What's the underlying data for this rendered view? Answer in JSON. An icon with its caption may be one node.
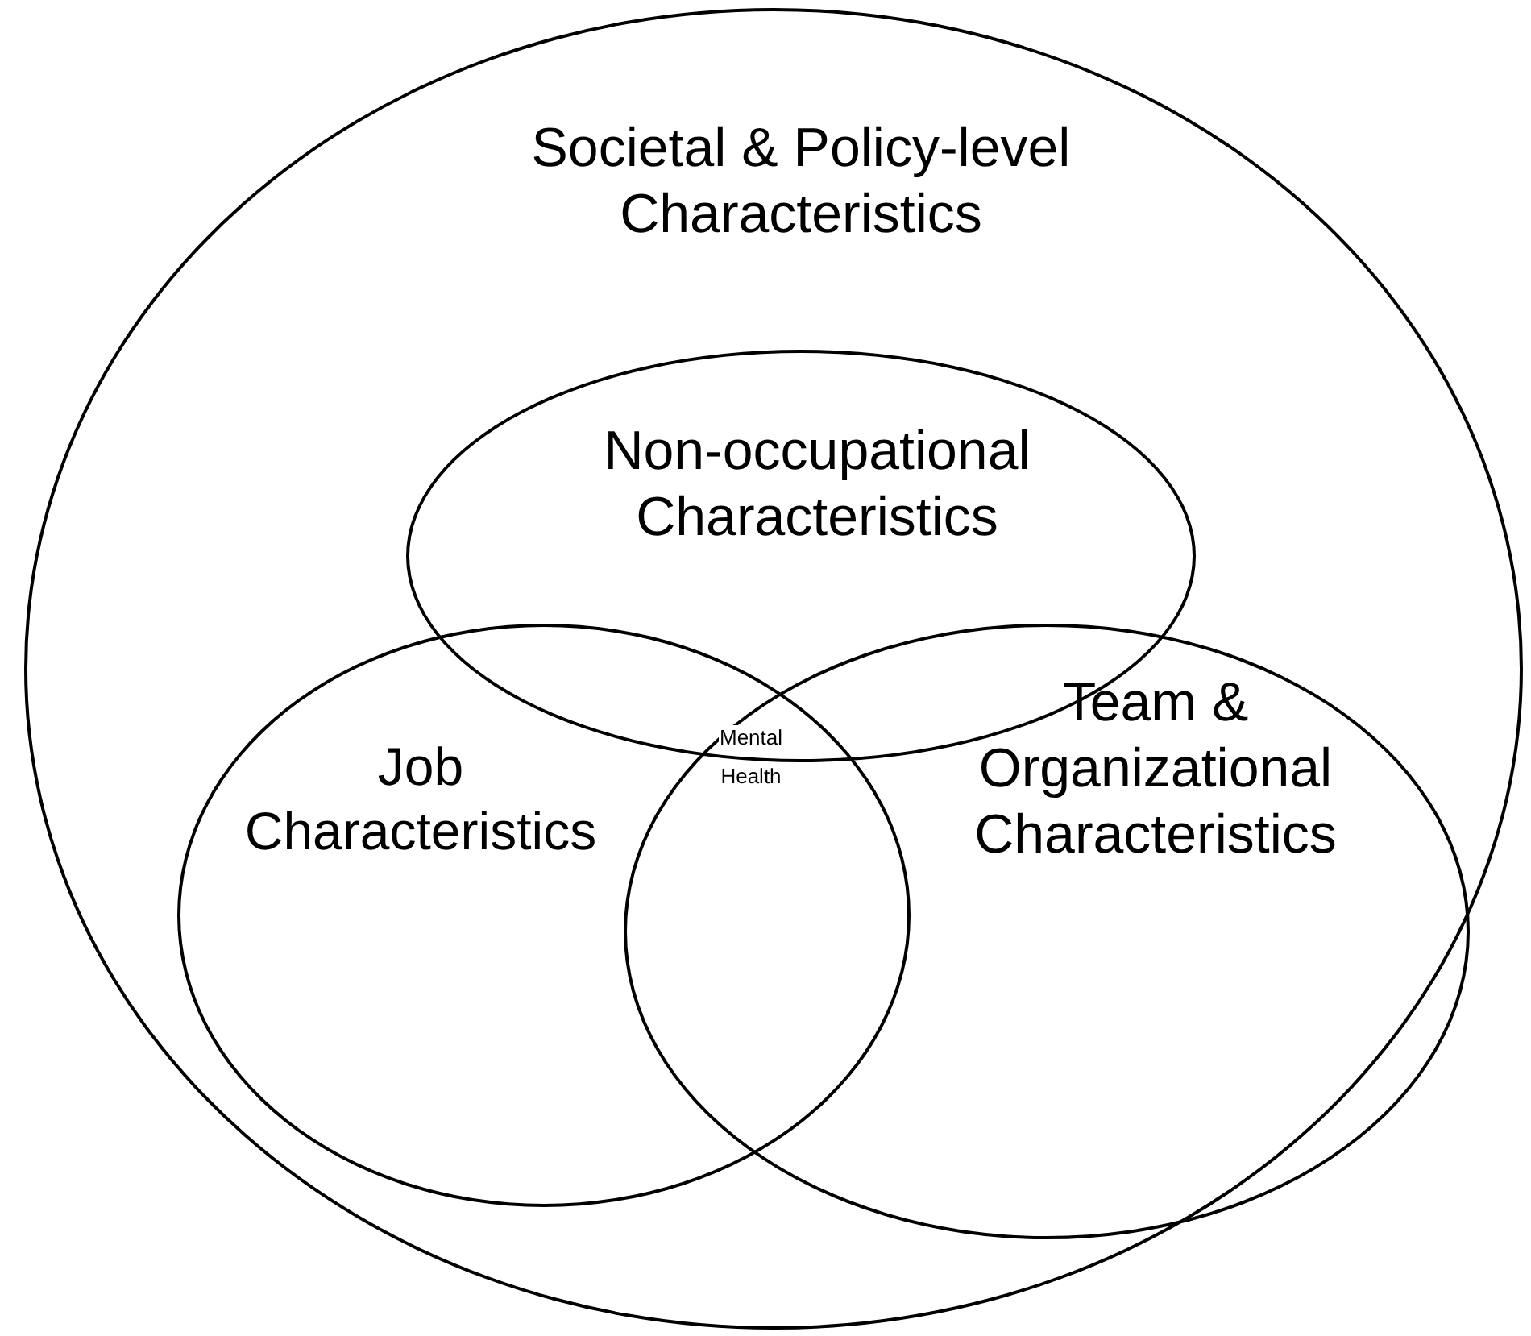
{
  "diagram": {
    "nodes": [
      {
        "text": [
          "Societal & Policy-level Characteristics"
        ]
      },
      {
        "text": [
          "Non-occupational Characteristics"
        ],
        "in": 0
      },
      {
        "text": [
          "Job Characteristics"
        ],
        "in": 0
      },
      {
        "text": [
          "Team & Organizational Characteristics"
        ],
        "in": 0
      }
    ],
    "labels": [
      "Mental Health"
    ]
  }
}
